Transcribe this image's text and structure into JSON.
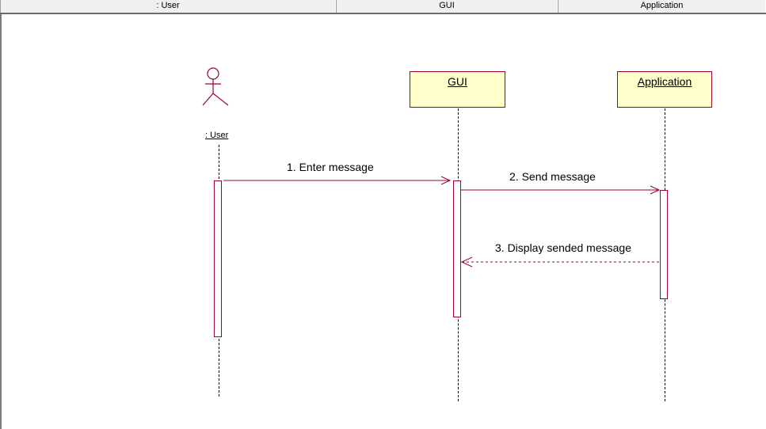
{
  "header": {
    "columns": [
      ": User",
      "GUI",
      "Application"
    ]
  },
  "diagram": {
    "actor": {
      "label": ": User",
      "icon": "stick-figure-actor-icon"
    },
    "objects": [
      {
        "label": "GUI"
      },
      {
        "label": "Application"
      }
    ],
    "messages": [
      {
        "label": "1. Enter message",
        "kind": "synchronous"
      },
      {
        "label": "2. Send message",
        "kind": "synchronous"
      },
      {
        "label": "3. Display sended message",
        "kind": "return"
      }
    ],
    "colors": {
      "line": "#990033",
      "object_fill": "#ffffcc",
      "header_bg": "#f0f0f0"
    }
  }
}
